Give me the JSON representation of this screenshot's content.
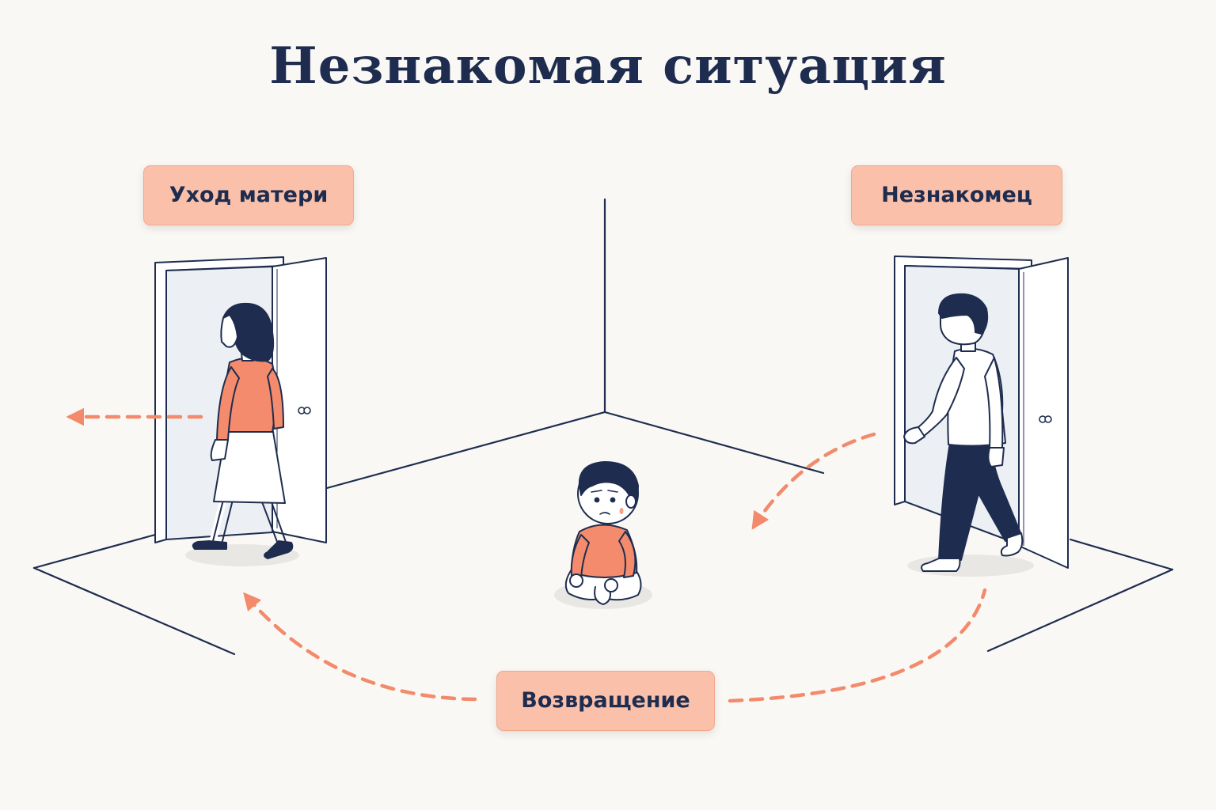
{
  "title": "Незнакомая ситуация",
  "labels": {
    "mother_leaves": "Уход матери",
    "stranger": "Незнакомец",
    "return": "Возвращение"
  },
  "colors": {
    "background": "#faf8f5",
    "navy": "#1e2d4f",
    "accent": "#f28a6b",
    "label_fill": "#fbc0aa"
  }
}
